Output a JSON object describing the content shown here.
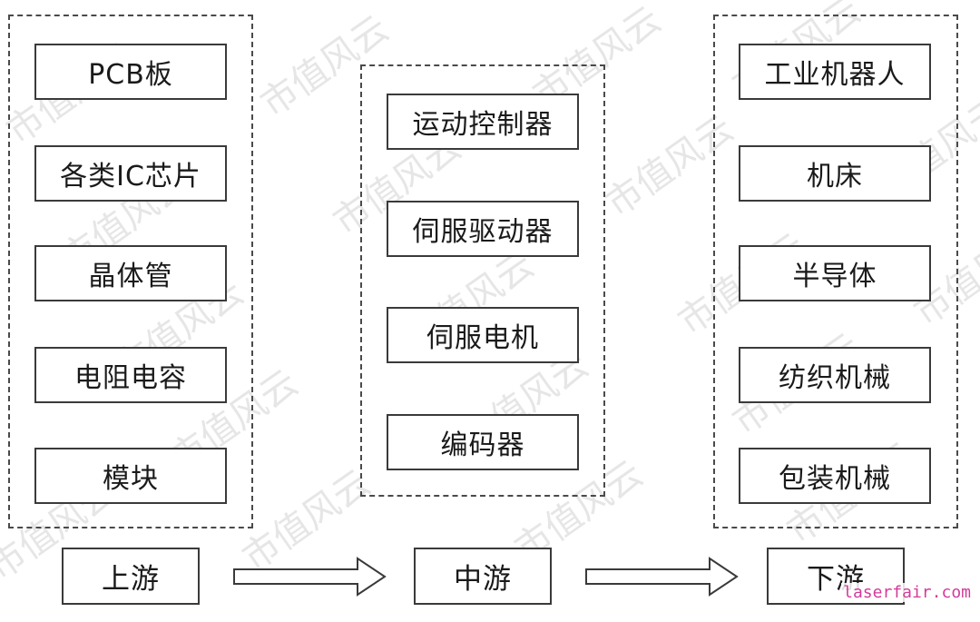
{
  "upstream": {
    "items": [
      "PCB板",
      "各类IC芯片",
      "晶体管",
      "电阻电容",
      "模块"
    ],
    "label": "上游"
  },
  "midstream": {
    "items": [
      "运动控制器",
      "伺服驱动器",
      "伺服电机",
      "编码器"
    ],
    "label": "中游"
  },
  "downstream": {
    "items": [
      "工业机器人",
      "机床",
      "半导体",
      "纺织机械",
      "包装机械"
    ],
    "label": "下游"
  },
  "watermark": {
    "text": "市值风云"
  },
  "source": "laserfair.com"
}
